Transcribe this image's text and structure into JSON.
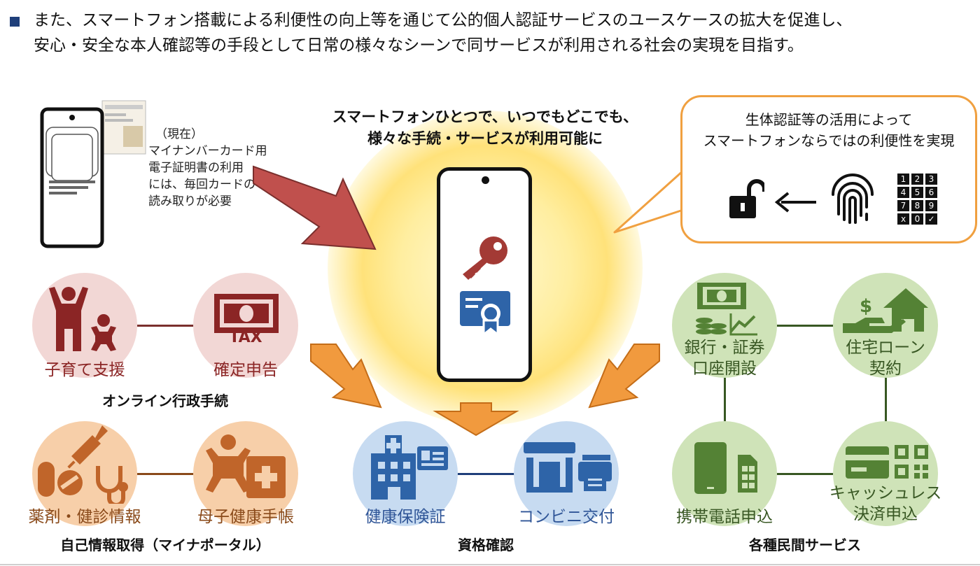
{
  "header": {
    "line1": "また、スマートフォン搭載による利便性の向上等を通じて公的個人認証サービスのユースケースの拡大を促進し、",
    "line2": "安心・安全な本人確認等の手段として日常の様々なシーンで同サービスが利用される社会の実現を目指す。"
  },
  "center": {
    "title_line1": "スマートフォンひとつで、いつでもどこでも、",
    "title_line2": "様々な手続・サービスが利用可能に"
  },
  "current": {
    "line1": "（現在）",
    "line2": "マイナンバーカード用",
    "line3": "電子証明書の利用",
    "line4": "には、毎回カードの",
    "line5": "読み取りが必要"
  },
  "bubble": {
    "line1": "生体認証等の活用によって",
    "line2": "スマートフォンならではの利便性を実現",
    "keypad": [
      "1",
      "2",
      "3",
      "4",
      "5",
      "6",
      "7",
      "8",
      "9",
      "x",
      "0",
      "✓"
    ]
  },
  "icons": {
    "tax_label": "TAX"
  },
  "online": {
    "title": "オンライン行政手続",
    "childcare": "子育て支援",
    "tax_return": "確定申告"
  },
  "self_info": {
    "title": "自己情報取得（マイナポータル）",
    "medicine_line1": "薬剤・健診情報",
    "maternal": "母子健康手帳"
  },
  "qualification": {
    "title": "資格確認",
    "insurance": "健康保険証",
    "convenience": "コンビニ交付"
  },
  "private": {
    "title": "各種民間サービス",
    "bank_line1": "銀行・証券",
    "bank_line2": "口座開設",
    "loan_line1": "住宅ローン",
    "loan_line2": "契約",
    "mobile": "携帯電話申込",
    "cashless_line1": "キャッシュレス",
    "cashless_line2": "決済申込"
  },
  "colors": {
    "navy": "#1f3f7a",
    "key_red": "#a33a35",
    "cert_blue": "#2e64a8",
    "arrow_red": "#c0504d",
    "arrow_orange": "#f19a3e",
    "bubble_border": "#f0a040"
  }
}
